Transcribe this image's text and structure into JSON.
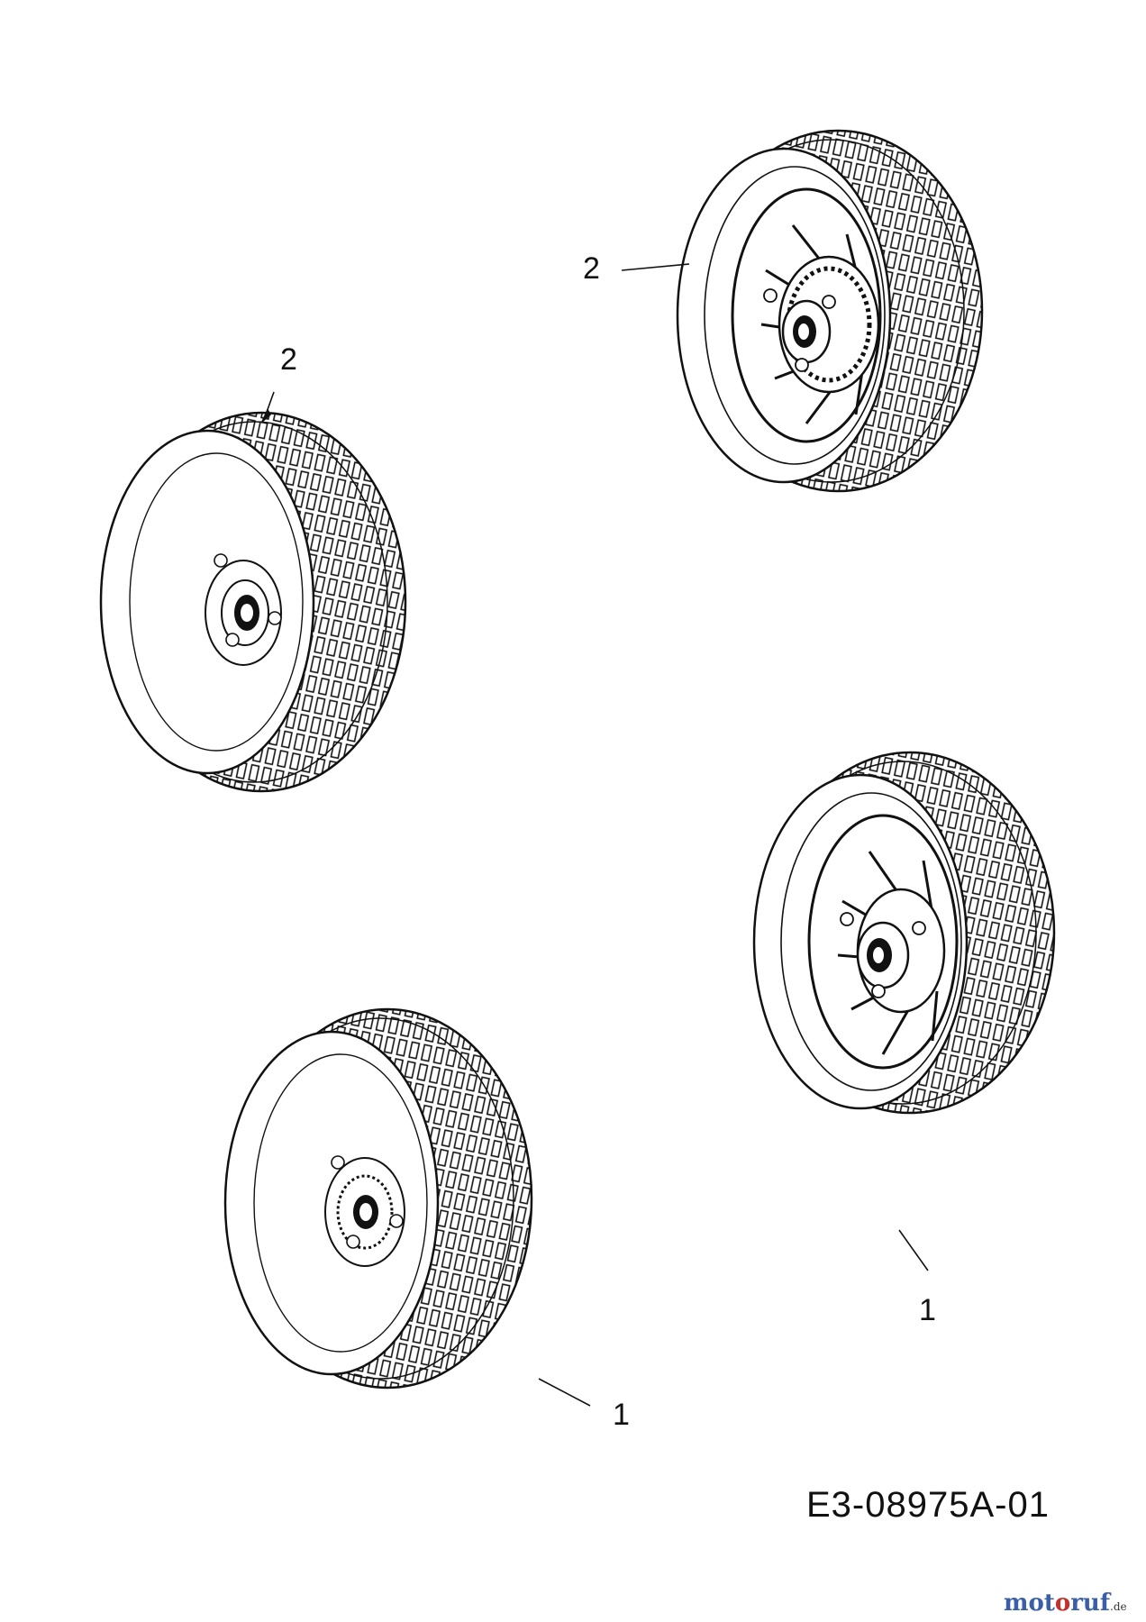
{
  "callouts": [
    {
      "id": "c2-top-right",
      "label": "2"
    },
    {
      "id": "c2-top-left",
      "label": "2"
    },
    {
      "id": "c1-bottom-right",
      "label": "1"
    },
    {
      "id": "c1-bottom-left",
      "label": "1"
    }
  ],
  "drawing_code": "E3-08975A-01",
  "logo": {
    "part1": "mot",
    "part2": "o",
    "part3": "ruf",
    "suffix": ".de"
  }
}
